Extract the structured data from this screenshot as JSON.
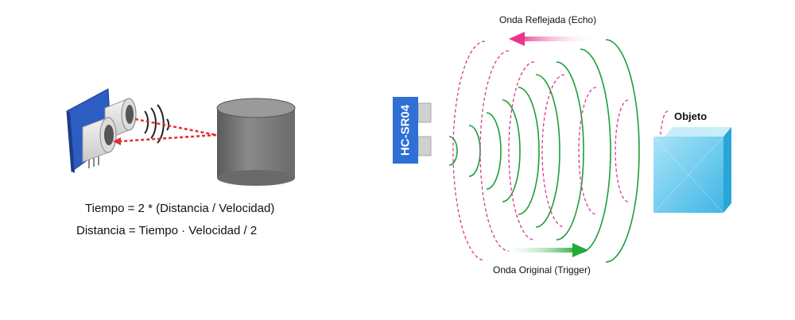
{
  "formulas": {
    "tiempo": "Tiempo = 2 * (Distancia / Velocidad)",
    "distancia": "Distancia = Tiempo · Velocidad / 2"
  },
  "diagram": {
    "sensor_label": "HC-SR04",
    "object_label": "Objeto",
    "echo_label": "Onda Reflejada (Echo)",
    "trigger_label": "Onda Original (Trigger)"
  },
  "colors": {
    "echo_arrow": "#e8368f",
    "trigger_arrow": "#22aa3a",
    "original_wave": "#1e9e3a",
    "reflected_wave": "#d63a8a",
    "sensor_blue": "#2f6fd6",
    "cylinder_gray": "#7a7a7a",
    "laser_red": "#e03030",
    "cube_blue": "#5cc6ec"
  },
  "icons": {
    "sensor_left": "ultrasonic-sensor-icon",
    "object_left": "cylinder-object-icon",
    "object_right": "cube-object-icon"
  }
}
